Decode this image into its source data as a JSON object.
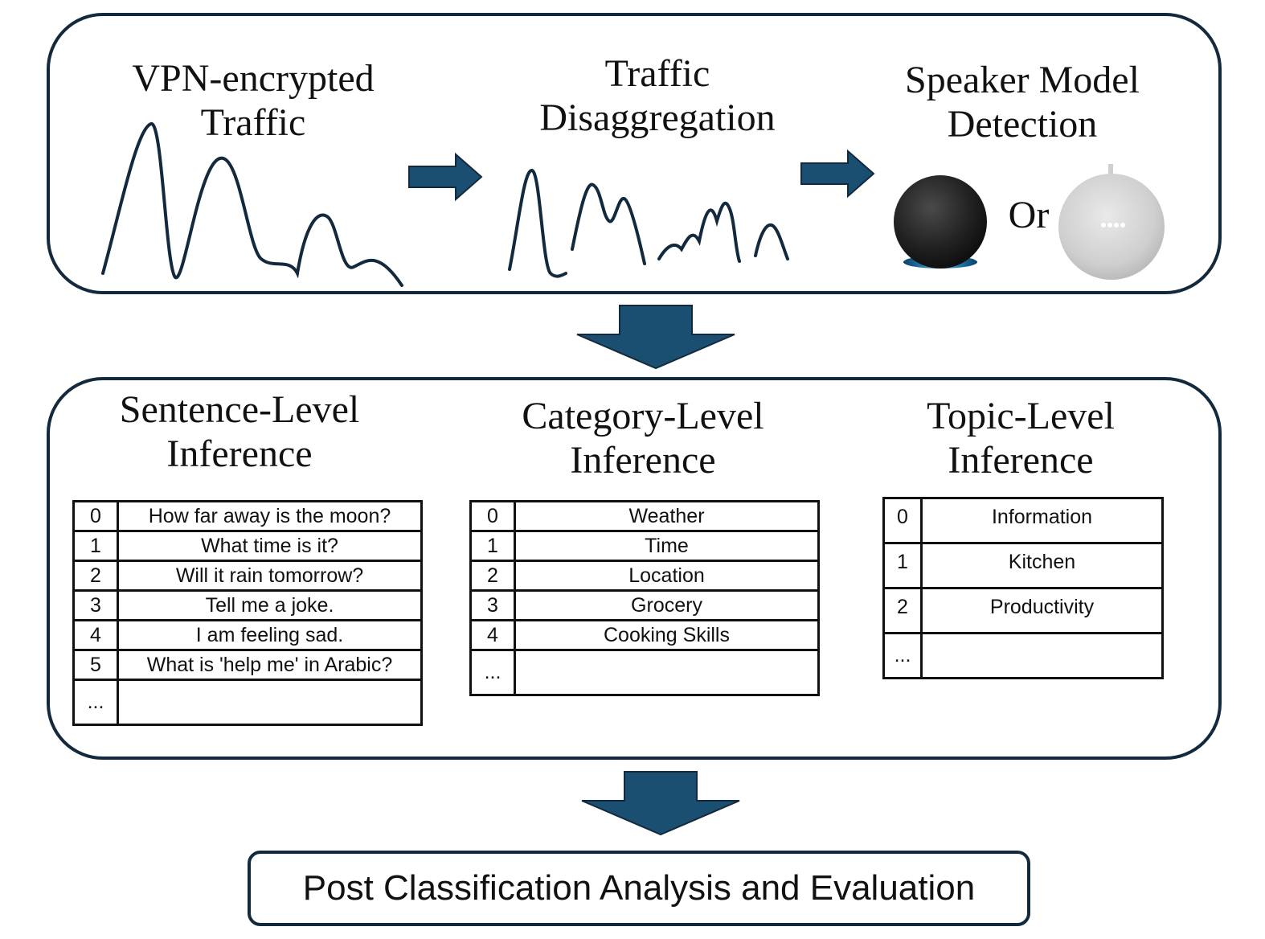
{
  "colors": {
    "arrow": "#1b4f72",
    "outline": "#13293d",
    "wave": "#13293d"
  },
  "top": {
    "vpn_title": [
      "VPN-encrypted",
      "Traffic"
    ],
    "disagg_title": [
      "Traffic",
      "Disaggregation"
    ],
    "speaker_title": [
      "Speaker Model",
      "Detection"
    ],
    "or_label": "Or",
    "devices": [
      "echo-dot-speaker",
      "google-home-mini-speaker"
    ]
  },
  "middle": {
    "sentence": {
      "title": [
        "Sentence-Level",
        "Inference"
      ],
      "rows": [
        {
          "idx": "0",
          "text": "How far away is the moon?"
        },
        {
          "idx": "1",
          "text": "What time is it?"
        },
        {
          "idx": "2",
          "text": "Will it rain tomorrow?"
        },
        {
          "idx": "3",
          "text": "Tell me a joke."
        },
        {
          "idx": "4",
          "text": "I am feeling sad."
        },
        {
          "idx": "5",
          "text": "What is 'help me' in Arabic?"
        },
        {
          "idx": "...",
          "text": ""
        }
      ]
    },
    "category": {
      "title": [
        "Category-Level",
        "Inference"
      ],
      "rows": [
        {
          "idx": "0",
          "text": "Weather"
        },
        {
          "idx": "1",
          "text": "Time"
        },
        {
          "idx": "2",
          "text": "Location"
        },
        {
          "idx": "3",
          "text": "Grocery"
        },
        {
          "idx": "4",
          "text": "Cooking Skills"
        },
        {
          "idx": "...",
          "text": ""
        }
      ]
    },
    "topic": {
      "title": [
        "Topic-Level",
        "Inference"
      ],
      "rows": [
        {
          "idx": "0",
          "text": "Information"
        },
        {
          "idx": "1",
          "text": "Kitchen"
        },
        {
          "idx": "2",
          "text": "Productivity"
        },
        {
          "idx": "...",
          "text": ""
        }
      ]
    }
  },
  "bottom": {
    "label": "Post Classification Analysis and Evaluation"
  }
}
